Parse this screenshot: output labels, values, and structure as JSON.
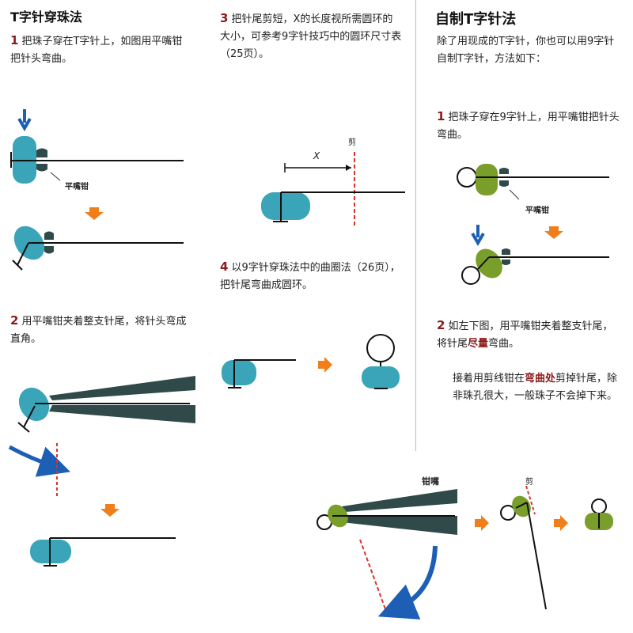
{
  "left": {
    "title": "T字针穿珠法",
    "step1": {
      "num": "1",
      "text": "把珠子穿在T字针上，如图用平嘴钳把针头弯曲。"
    },
    "plier_label": "平嘴钳",
    "step2": {
      "num": "2",
      "text": "用平嘴钳夹着整支针尾，将针头弯成直角。"
    }
  },
  "middle": {
    "step3": {
      "num": "3",
      "text": "把针尾剪短，X的长度视所需圆环的大小，可参考9字针技巧中的圆环尺寸表（25页）。"
    },
    "x_label": "X",
    "cut_label": "剪",
    "step4": {
      "num": "4",
      "text": "以9字针穿珠法中的曲圈法（26页），把针尾弯曲成圆环。"
    }
  },
  "right": {
    "title": "自制T字针法",
    "intro": "除了用现成的T字针，你也可以用9字针自制T字针，方法如下：",
    "step1": {
      "num": "1",
      "text": "把珠子穿在9字针上，用平嘴钳把针头弯曲。"
    },
    "plier_label": "平嘴钳",
    "step2": {
      "num": "2",
      "text_a": "如左下图，用平嘴钳夹着整支针尾，将针尾",
      "text_em": "尽量",
      "text_b": "弯曲。"
    },
    "note": {
      "text_a": "接着用剪线钳在",
      "text_em": "弯曲处",
      "text_b": "剪掉针尾，除非珠孔很大，一般珠子不会掉下来。"
    }
  },
  "bottom": {
    "jaw_label": "钳嘴",
    "cut_label": "剪"
  },
  "colors": {
    "teal_bead": "#3aa5b8",
    "green_bead": "#7a9e2a",
    "plier_dark": "#2f4a48",
    "arrow_orange": "#f07e1b",
    "arrow_blue": "#1d5fb5",
    "cut_red": "#d9342b",
    "accent_text": "#8b1a1a"
  }
}
